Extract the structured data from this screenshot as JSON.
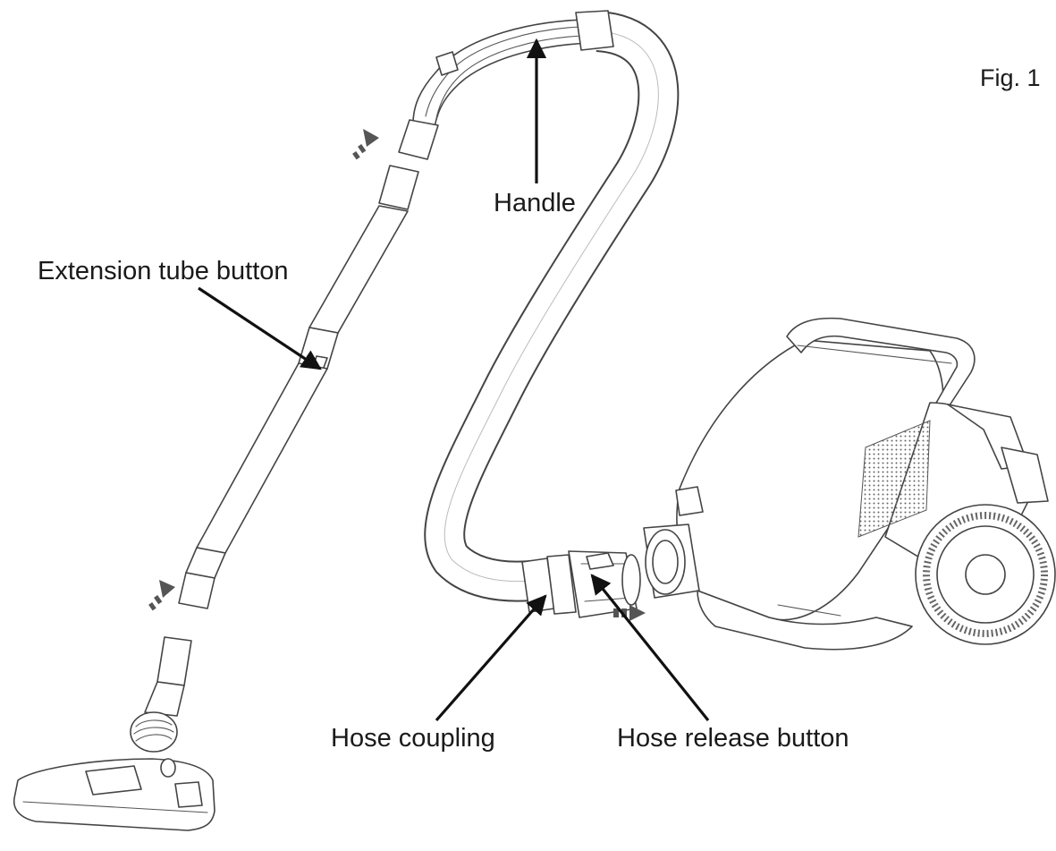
{
  "figure": {
    "fig_label": "Fig. 1"
  },
  "labels": {
    "handle": "Handle",
    "extension_tube_button": "Extension tube button",
    "hose_coupling": "Hose coupling",
    "hose_release_button": "Hose release button"
  },
  "colors": {
    "line": "#444444",
    "leader": "#111111",
    "background": "#ffffff"
  }
}
